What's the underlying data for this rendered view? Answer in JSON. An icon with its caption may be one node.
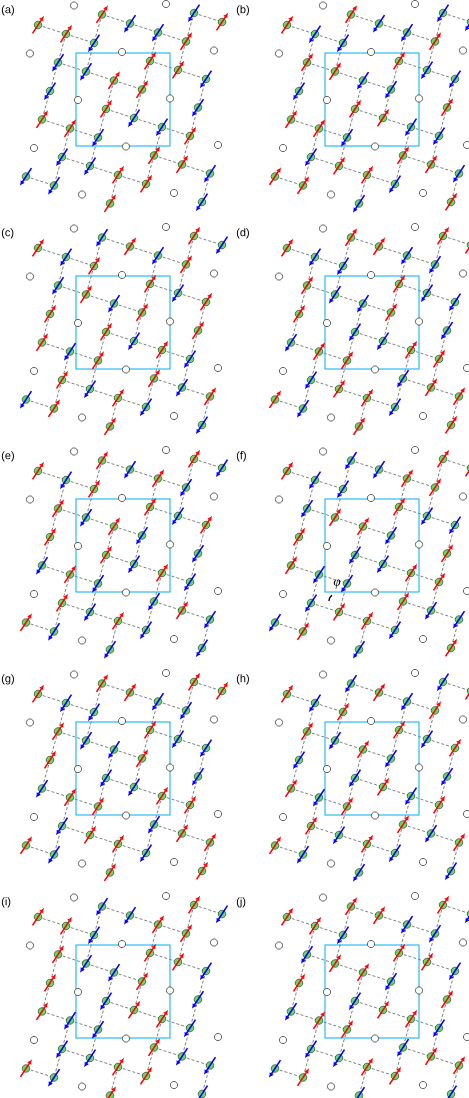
{
  "diagram": {
    "labels": [
      "(a)",
      "(b)",
      "(c)",
      "(d)",
      "(e)",
      "(f)",
      "φ",
      "(g)",
      "(h)",
      "(i)",
      "(j)"
    ]
  }
}
